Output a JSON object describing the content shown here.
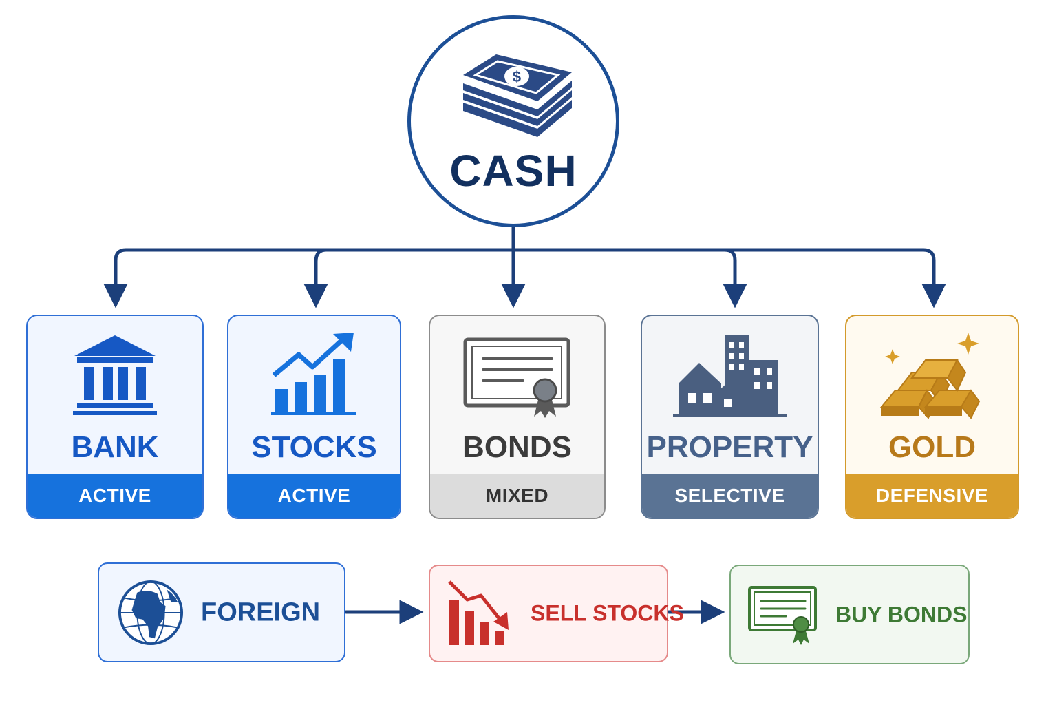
{
  "root": {
    "label": "CASH",
    "icon": "cash-stack-icon",
    "color": "#1c4f96"
  },
  "assets": [
    {
      "label": "BANK",
      "status": "ACTIVE",
      "icon": "bank-building-icon",
      "color": "#1672dd"
    },
    {
      "label": "STOCKS",
      "status": "ACTIVE",
      "icon": "rising-bar-chart-icon",
      "color": "#1672dd"
    },
    {
      "label": "BONDS",
      "status": "MIXED",
      "icon": "bond-certificate-icon",
      "color": "#8c8c8c"
    },
    {
      "label": "PROPERTY",
      "status": "SELECTIVE",
      "icon": "buildings-icon",
      "color": "#5a7394"
    },
    {
      "label": "GOLD",
      "status": "DEFENSIVE",
      "icon": "gold-bars-icon",
      "color": "#d99e2b"
    }
  ],
  "flow": [
    {
      "label": "FOREIGN",
      "icon": "globe-icon",
      "color": "#1c4f96"
    },
    {
      "label": "SELL STOCKS",
      "icon": "falling-bar-chart-icon",
      "color": "#c8302c"
    },
    {
      "label": "BUY BONDS",
      "icon": "certificate-icon",
      "color": "#3e7a35"
    }
  ]
}
